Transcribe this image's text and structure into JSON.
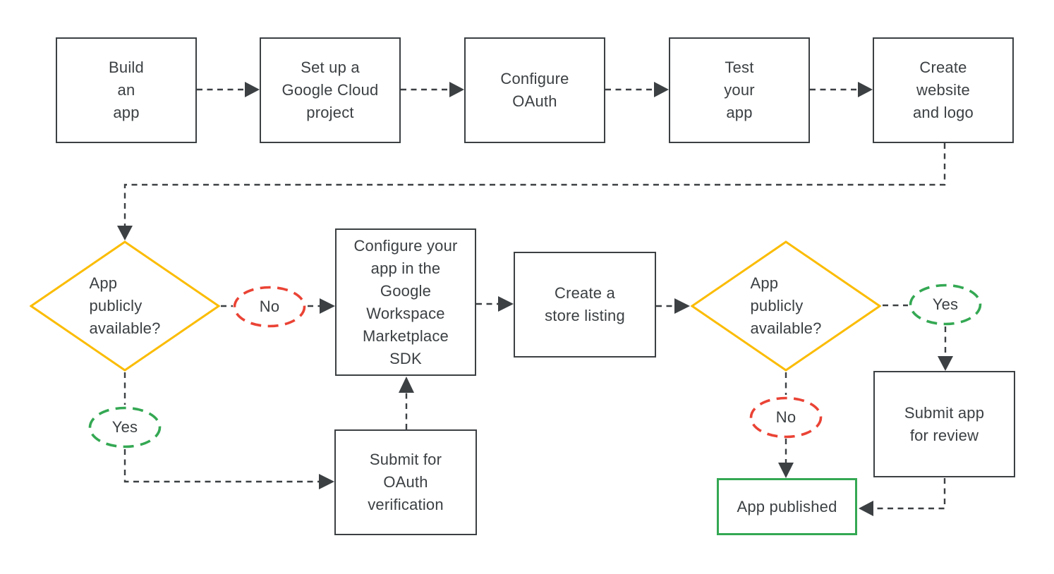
{
  "colors": {
    "outline": "#3c4043",
    "yellow": "#fbbc04",
    "red": "#ea4335",
    "green": "#34a853",
    "bg": "#ffffff"
  },
  "nodes": {
    "build_app": {
      "label": "Build\nan\napp"
    },
    "setup_project": {
      "label": "Set up a\nGoogle Cloud\nproject"
    },
    "configure_oauth": {
      "label": "Configure\nOAuth"
    },
    "test_app": {
      "label": "Test\nyour\napp"
    },
    "create_website": {
      "label": "Create\nwebsite\nand logo"
    },
    "decision_public_1": {
      "label": "App\npublicly\navailable?"
    },
    "no_1": {
      "label": "No"
    },
    "yes_1": {
      "label": "Yes"
    },
    "configure_sdk": {
      "label": "Configure your\napp in the\nGoogle\nWorkspace\nMarketplace\nSDK"
    },
    "store_listing": {
      "label": "Create a\nstore listing"
    },
    "submit_oauth": {
      "label": "Submit for\nOAuth\nverification"
    },
    "decision_public_2": {
      "label": "App\npublicly\navailable?"
    },
    "yes_2": {
      "label": "Yes"
    },
    "no_2": {
      "label": "No"
    },
    "submit_review": {
      "label": "Submit app\nfor review"
    },
    "app_published": {
      "label": "App published"
    }
  }
}
